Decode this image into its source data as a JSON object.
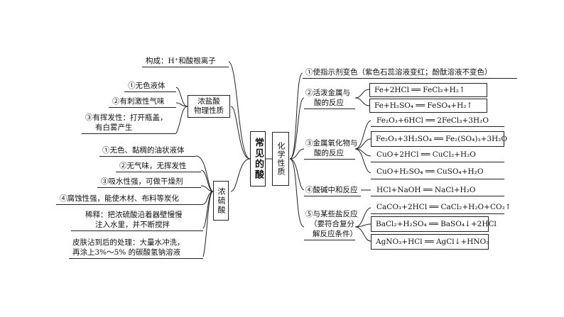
{
  "center": {
    "title": "常见的酸"
  },
  "left": {
    "composition": "构成：H⁺和酸根离子",
    "hcl": {
      "title_line1": "浓盐酸",
      "title_line2": "物理性质",
      "items": [
        "①无色液体",
        "②有刺激性气味",
        "③有挥发性：打开瓶盖，",
        "有白雾产生"
      ]
    },
    "h2so4": {
      "title": "浓硫酸",
      "items": [
        "①无色、黏稠的油状液体",
        "②无气味，无挥发性",
        "③吸水性强，可做干燥剂",
        "④腐蚀性强，能使木材、布料等炭化",
        "稀释：把浓硫酸沿着器壁慢慢",
        "注入水里，并不断搅拌",
        "皮肤沾到后的处理：大量水冲洗，",
        "再涂上3%～5% 的碳酸氢钠溶液"
      ]
    }
  },
  "right": {
    "title": "化学性质",
    "p1": "①使指示剂变色（紫色石蕊溶液变红；酚酞溶液不变色）",
    "p2": {
      "line1": "②活泼金属与",
      "line2": "酸的反应",
      "eq": [
        "Fe+2HCl ══ FeCl₂+H₂↑",
        "Fe+H₂SO₄ ══ FeSO₄+H₂↑"
      ]
    },
    "p3": {
      "line1": "③金属氧化物与",
      "line2": "酸的反应",
      "eq": [
        "Fe₂O₃+6HCl ══ 2FeCl₃+3H₂O",
        "Fe₂O₃+3H₂SO₄ ══ Fe₂(SO₄)₃+3H₂O",
        "CuO+2HCl ══ CuCl₂+H₂O",
        "CuO+H₂SO₄ ══ CuSO₄+H₂O"
      ]
    },
    "p4": {
      "label": "④酸碱中和反应",
      "eq": "HCl+NaOH ══ NaCl+H₂O"
    },
    "p5": {
      "line1": "⑤与某些盐反应",
      "line2": "（要符合复分",
      "line3": "解反应条件）",
      "eq": [
        "CaCO₃+2HCl ══ CaCl₂+H₂O+CO₂↑",
        "BaCl₂+H₂SO₄ ══ BaSO₄↓+2HCl",
        "AgNO₃+HCl ══ AgCl↓+HNO₃"
      ]
    }
  }
}
